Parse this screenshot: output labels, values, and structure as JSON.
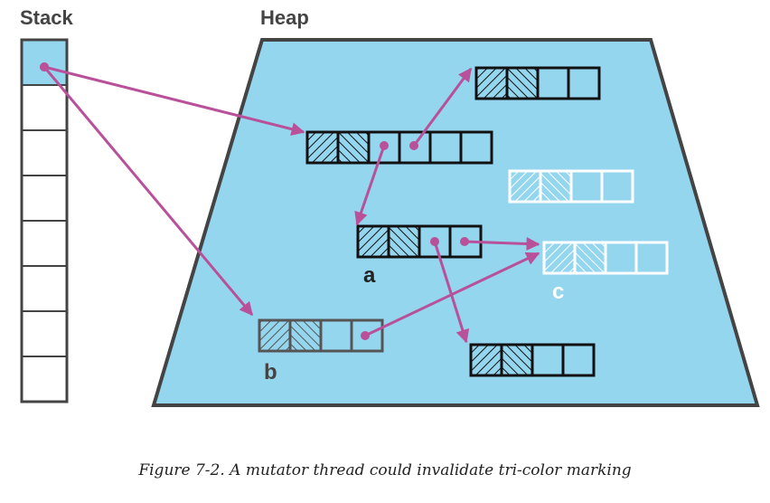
{
  "labels": {
    "stack": "Stack",
    "heap": "Heap",
    "a": "a",
    "b": "b",
    "c": "c"
  },
  "caption": "Figure 7-2. A mutator thread could invalidate tri-color marking",
  "colors": {
    "heap_fill": "#95d6ef",
    "outline": "#444444",
    "stack_top_cell": "#95d6ef",
    "arrow": "#b8509a",
    "black_object": "#111111",
    "gray_object": "#555555",
    "white_object": "#ffffff"
  },
  "stack": {
    "cell_count": 8
  },
  "objects": [
    {
      "id": "top-right",
      "color": "black"
    },
    {
      "id": "root-object",
      "color": "black"
    },
    {
      "id": "white-object-upper",
      "color": "white"
    },
    {
      "id": "object-a",
      "color": "black"
    },
    {
      "id": "object-c",
      "color": "white"
    },
    {
      "id": "object-b",
      "color": "gray"
    },
    {
      "id": "bottom-object",
      "color": "black"
    }
  ],
  "references": [
    {
      "from": "stack-top",
      "to": "root-object"
    },
    {
      "from": "stack-top",
      "to": "object-b"
    },
    {
      "from": "root-object",
      "to": "top-right"
    },
    {
      "from": "root-object",
      "to": "object-a"
    },
    {
      "from": "object-a",
      "to": "object-c"
    },
    {
      "from": "object-a",
      "to": "bottom-object"
    },
    {
      "from": "object-b",
      "to": "object-c"
    }
  ]
}
